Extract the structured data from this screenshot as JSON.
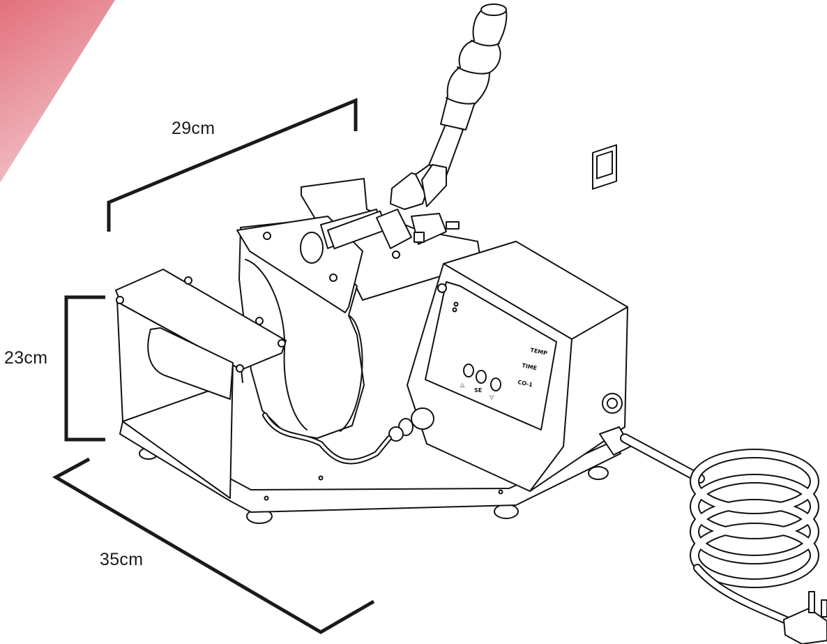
{
  "dimensions": {
    "depth": "29cm",
    "height": "23cm",
    "width": "35cm"
  },
  "control_panel": {
    "labels": [
      "TEMP",
      "TIME",
      "CO-1"
    ],
    "button_symbols": [
      "△",
      "SE",
      "▽"
    ]
  },
  "colors": {
    "accent_banner": "#e98a93",
    "line": "#111111",
    "fill": "#ffffff"
  }
}
